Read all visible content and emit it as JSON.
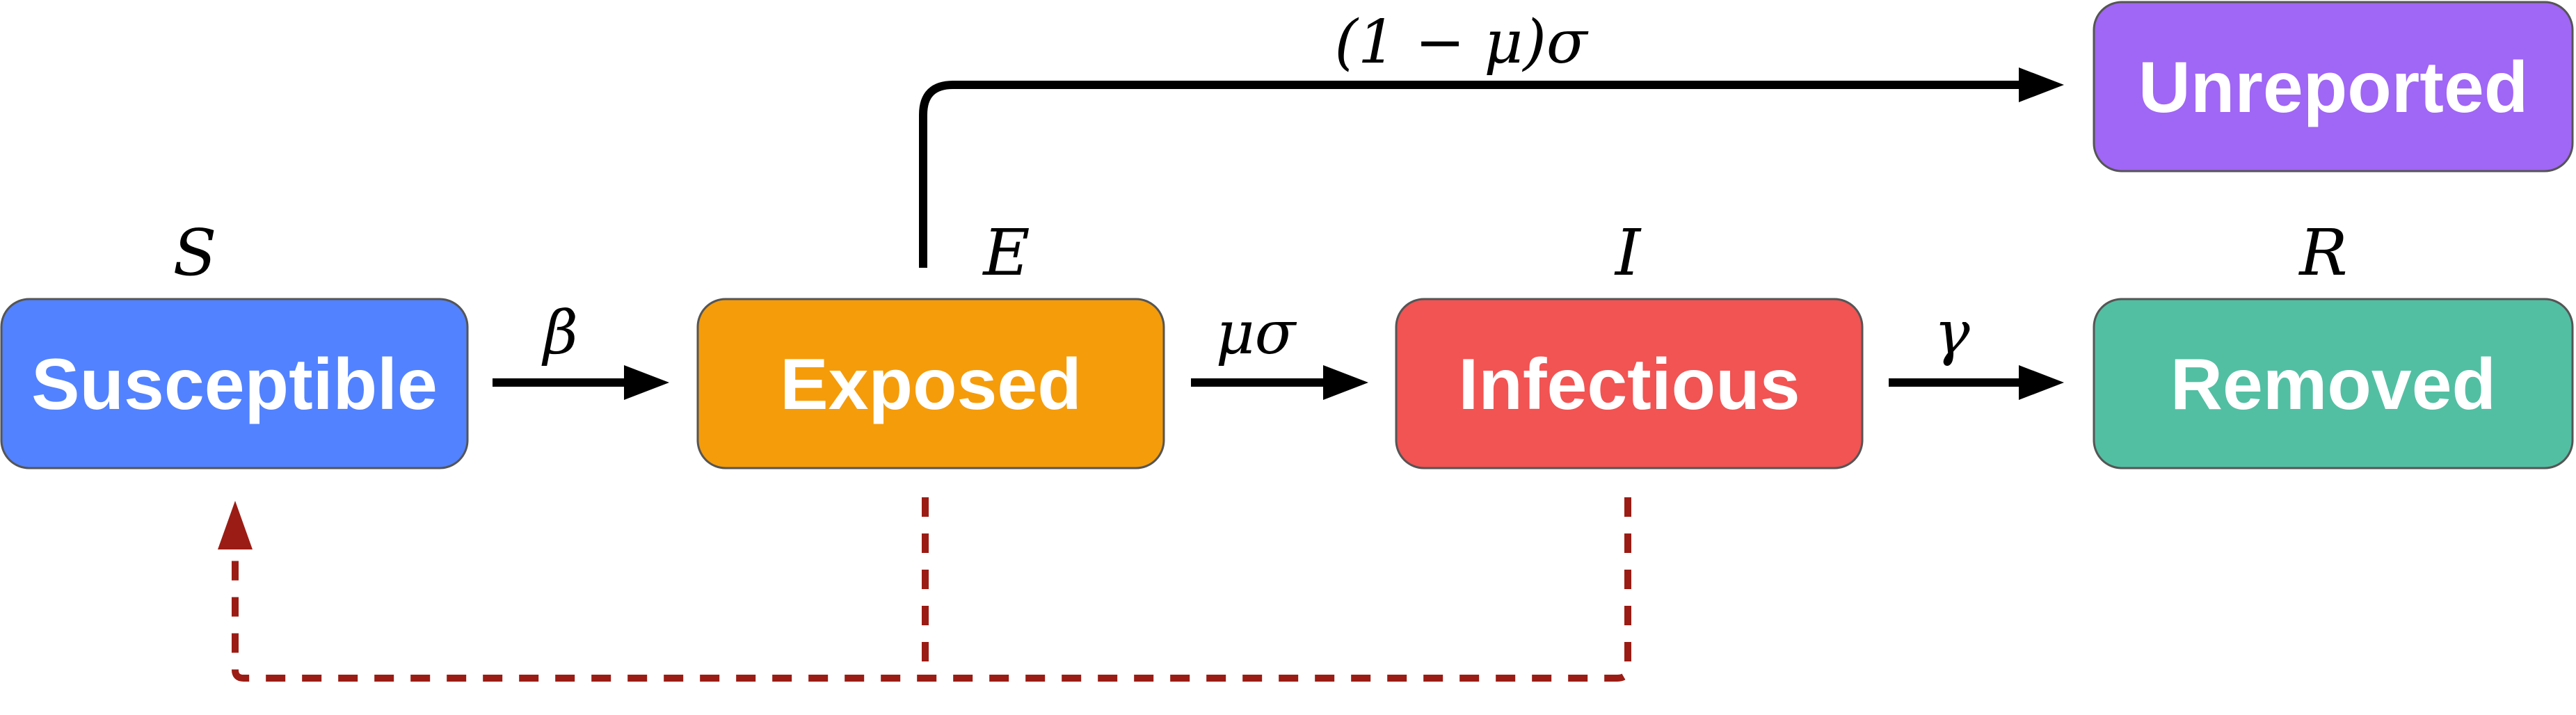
{
  "nodes": {
    "susceptible": {
      "label": "Susceptible",
      "symbol": "S",
      "color": "#5282ff"
    },
    "exposed": {
      "label": "Exposed",
      "symbol": "E",
      "color": "#f59c0b"
    },
    "infectious": {
      "label": "Infectious",
      "symbol": "I",
      "color": "#f25353"
    },
    "removed": {
      "label": "Removed",
      "symbol": "R",
      "color": "#52bfa3"
    },
    "unreported": {
      "label": "Unreported",
      "color": "#a066f5"
    }
  },
  "rates": {
    "beta": "β",
    "mu_sigma": "μσ",
    "gamma": "γ",
    "one_minus_mu_sigma": "(1 − μ)σ"
  },
  "colors": {
    "flow_arrow": "#000000",
    "feedback_arrow": "#9b1c14"
  }
}
